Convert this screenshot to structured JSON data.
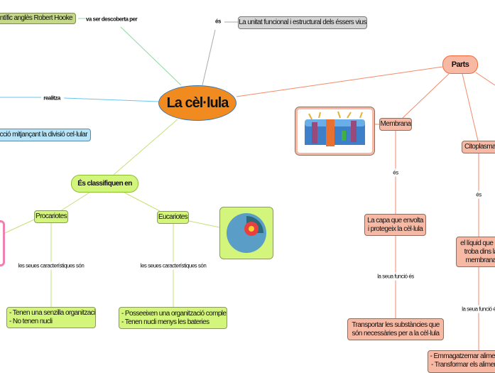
{
  "central": {
    "label": "La cèl·lula",
    "color": "#f28b1f"
  },
  "left_branches": {
    "discoverer": {
      "link": "va ser descoberta per",
      "node": "científic anglès Robert Hooke"
    },
    "performs": {
      "link": "realitza",
      "node": "ucció mitjançant la divisió cel·lular"
    }
  },
  "definition": {
    "link": "és",
    "node": "La unitat funcional i estructural dels éssers vius"
  },
  "parts": {
    "label": "Parts",
    "membrana": {
      "label": "Membrana",
      "link1": "és",
      "def": "La capa que envolta i protegeix la cèl·lula",
      "link2": "la seua funció és",
      "func": "Transportar les substàncies que són necessàries per a la cèl·lula",
      "image": "cell-membrane-illustration"
    },
    "citoplasma": {
      "label": "Citoplasma",
      "link1": "és",
      "def": "el líquid que es troba dins la membrana",
      "link2": "la seua funció és",
      "func": "- Emmagatzemar aliments - Transformar els aliments"
    }
  },
  "classification": {
    "label": "És classifiquen en",
    "procariotes": {
      "label": "Procariotes",
      "link": "les seues característiques són",
      "chars": [
        "- Tenen una senzilla organització",
        "- No tenen nucli"
      ]
    },
    "eucariotes": {
      "label": "Eucariotes",
      "link": "les seues característiques són",
      "chars": [
        "- Posseeixen una organització complexa",
        "- Tenen nucli menys les bateries"
      ],
      "image": "eukaryotic-cell-illustration"
    }
  },
  "colors": {
    "orange": "#f28b1f",
    "salmon": "#f7b9a4",
    "lime": "#d4f57c",
    "olive": "#c5d88a",
    "blue": "#b7e4f7",
    "gray": "#d4d4d4"
  }
}
